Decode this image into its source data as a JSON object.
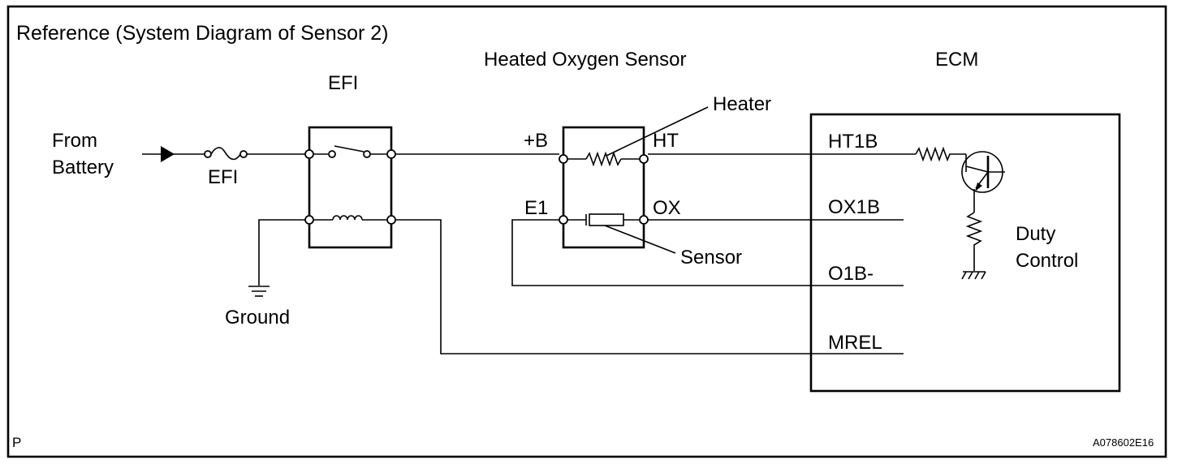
{
  "diagram": {
    "title": "Reference (System Diagram of Sensor 2)",
    "page_marker": "P",
    "figure_code": "A078602E16",
    "labels": {
      "from_battery_line1": "From",
      "from_battery_line2": "Battery",
      "fuse": "EFI",
      "relay": "EFI",
      "ground": "Ground",
      "sensor_block": "Heated Oxygen Sensor",
      "heater": "Heater",
      "sensor": "Sensor",
      "ecm": "ECM",
      "duty_line1": "Duty",
      "duty_line2": "Control"
    },
    "sensor_pins": {
      "plus_b": "+B",
      "e1": "E1",
      "ht": "HT",
      "ox": "OX"
    },
    "ecm_pins": {
      "ht1b": "HT1B",
      "ox1b": "OX1B",
      "o1b": "O1B-",
      "mrel": "MREL"
    }
  }
}
